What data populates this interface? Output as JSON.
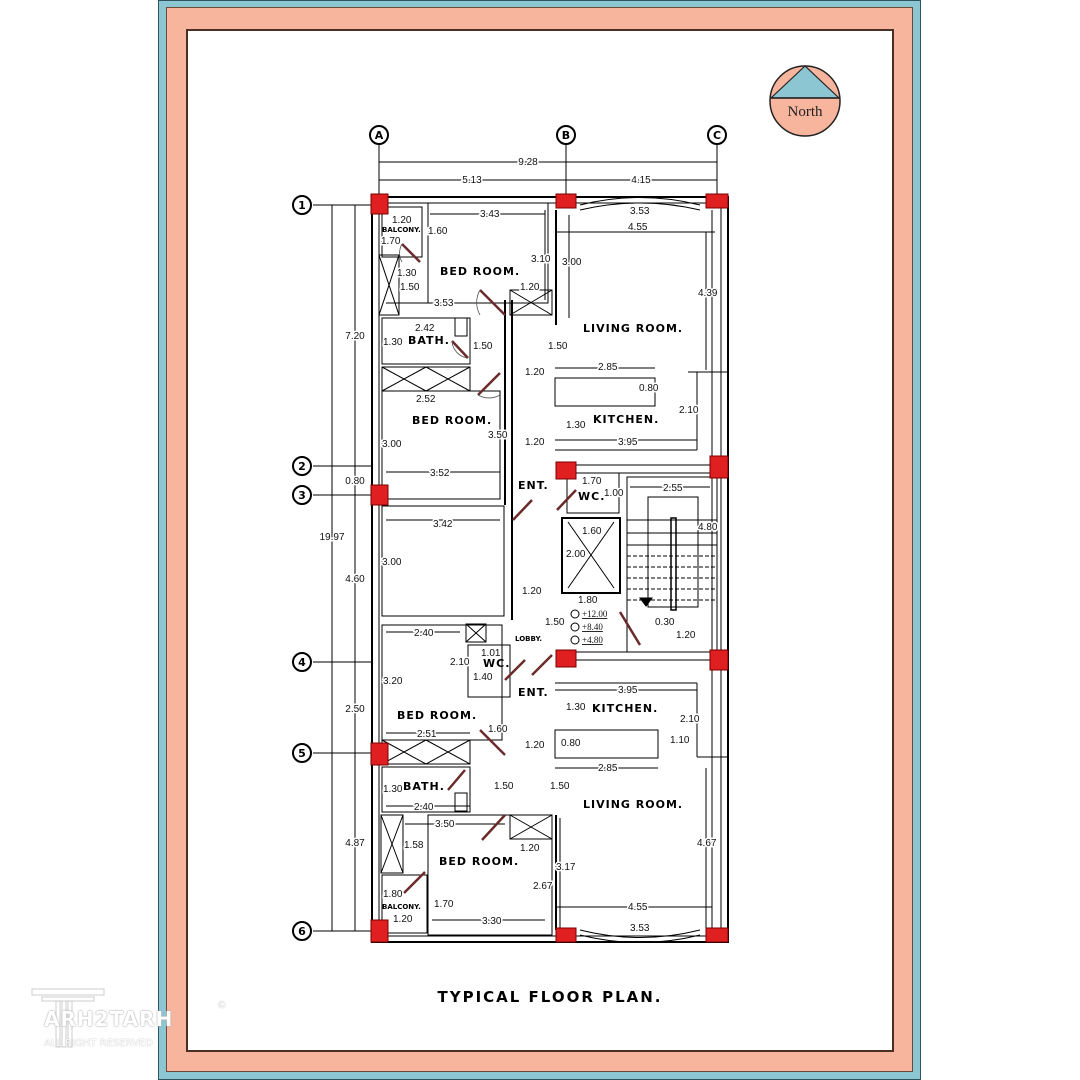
{
  "title": "TYPICAL FLOOR  PLAN.",
  "north": {
    "label": "North"
  },
  "watermark": {
    "brand": "ARH2TARH",
    "subtitle": "ALL RIGHT RESERVED",
    "copyright": "©"
  },
  "colors": {
    "frame_outer": "#8cc6d2",
    "frame_inner": "#f8b59e",
    "column": "#e02020",
    "door": "#6b2b2b"
  },
  "grid_columns": [
    "A",
    "B",
    "C"
  ],
  "grid_rows": [
    "1",
    "2",
    "3",
    "4",
    "5",
    "6"
  ],
  "overall_dims": {
    "total_width": "9.28",
    "a_to_b": "5.13",
    "b_to_c": "4.15",
    "total_length": "19.97",
    "r1_r2": "7.20",
    "r2_r3": "0.80",
    "r3_r4": "4.60",
    "r4_r5": "2.50",
    "r5_r6": "4.87"
  },
  "rooms": {
    "bed_room_1": "BED ROOM.",
    "bed_room_2": "BED ROOM.",
    "bed_room_3": "BED ROOM.",
    "bed_room_4": "BED ROOM.",
    "living_1": "LIVING  ROOM.",
    "living_2": "LIVING  ROOM.",
    "kitchen_1": "KITCHEN.",
    "kitchen_2": "KITCHEN.",
    "bath_1": "BATH.",
    "bath_2": "BATH.",
    "balcony_1": "BALCONY.",
    "balcony_2": "BALCONY.",
    "ent_1": "ENT.",
    "ent_2": "ENT.",
    "wc_1": "WC.",
    "wc_2": "WC.",
    "lobby": "LOBBY."
  },
  "dims": {
    "d_1_20a": "1.20",
    "d_3_43": "3.43",
    "d_1_60a": "1.60",
    "d_1_70a": "1.70",
    "d_3_10": "3.10",
    "d_1_30a": "1.30",
    "d_1_50a": "1.50",
    "d_1_20b": "1.20",
    "d_3_53a": "3.53",
    "d_3_53arc1": "3.53",
    "d_4_55a": "4.55",
    "d_3_00a": "3.00",
    "d_4_39": "4.39",
    "d_2_42": "2.42",
    "d_1_30b": "1.30",
    "d_1_50b": "1.50",
    "d_1_50c": "1.50",
    "d_1_20c": "1.20",
    "d_2_85a": "2.85",
    "d_0_80a": "0.80",
    "d_2_52": "2.52",
    "d_2_10a": "2.10",
    "d_3_50a": "3.50",
    "d_1_20d": "1.20",
    "d_1_30c": "1.30",
    "d_3_95a": "3.95",
    "d_3_00b": "3.00",
    "d_3_52": "3.52",
    "d_1_70b": "1.70",
    "d_1_00": "1.00",
    "d_2_55": "2.55",
    "d_4_80": "4.80",
    "d_3_42": "3.42",
    "d_3_00c": "3.00",
    "d_1_60b": "1.60",
    "d_2_00": "2.00",
    "d_1_20e": "1.20",
    "d_1_80a": "1.80",
    "d_1_50d": "1.50",
    "d_0_30": "0.30",
    "d_1_20f": "1.20",
    "d_2_40a": "2.40",
    "d_2_10b": "2.10",
    "d_1_01": "1.01",
    "d_1_40": "1.40",
    "d_3_20": "3.20",
    "d_3_95b": "3.95",
    "d_1_30d": "1.30",
    "d_2_10c": "2.10",
    "d_1_10": "1.10",
    "d_0_80b": "0.80",
    "d_1_20g": "1.20",
    "d_2_85b": "2.85",
    "d_1_60c": "1.60",
    "d_2_51": "2.51",
    "d_1_30e": "1.30",
    "d_1_50e": "1.50",
    "d_1_50f": "1.50",
    "d_2_40b": "2.40",
    "d_3_50b": "3.50",
    "d_1_20h": "1.20",
    "d_1_58": "1.58",
    "d_2_67": "2.67",
    "d_3_17": "3.17",
    "d_4_67": "4.67",
    "d_1_80b": "1.80",
    "d_1_70c": "1.70",
    "d_1_20i": "1.20",
    "d_3_30": "3.30",
    "d_4_55b": "4.55",
    "d_3_53arc2": "3.53"
  },
  "levels": [
    "+12.00",
    "+8.40",
    "+4.80"
  ]
}
